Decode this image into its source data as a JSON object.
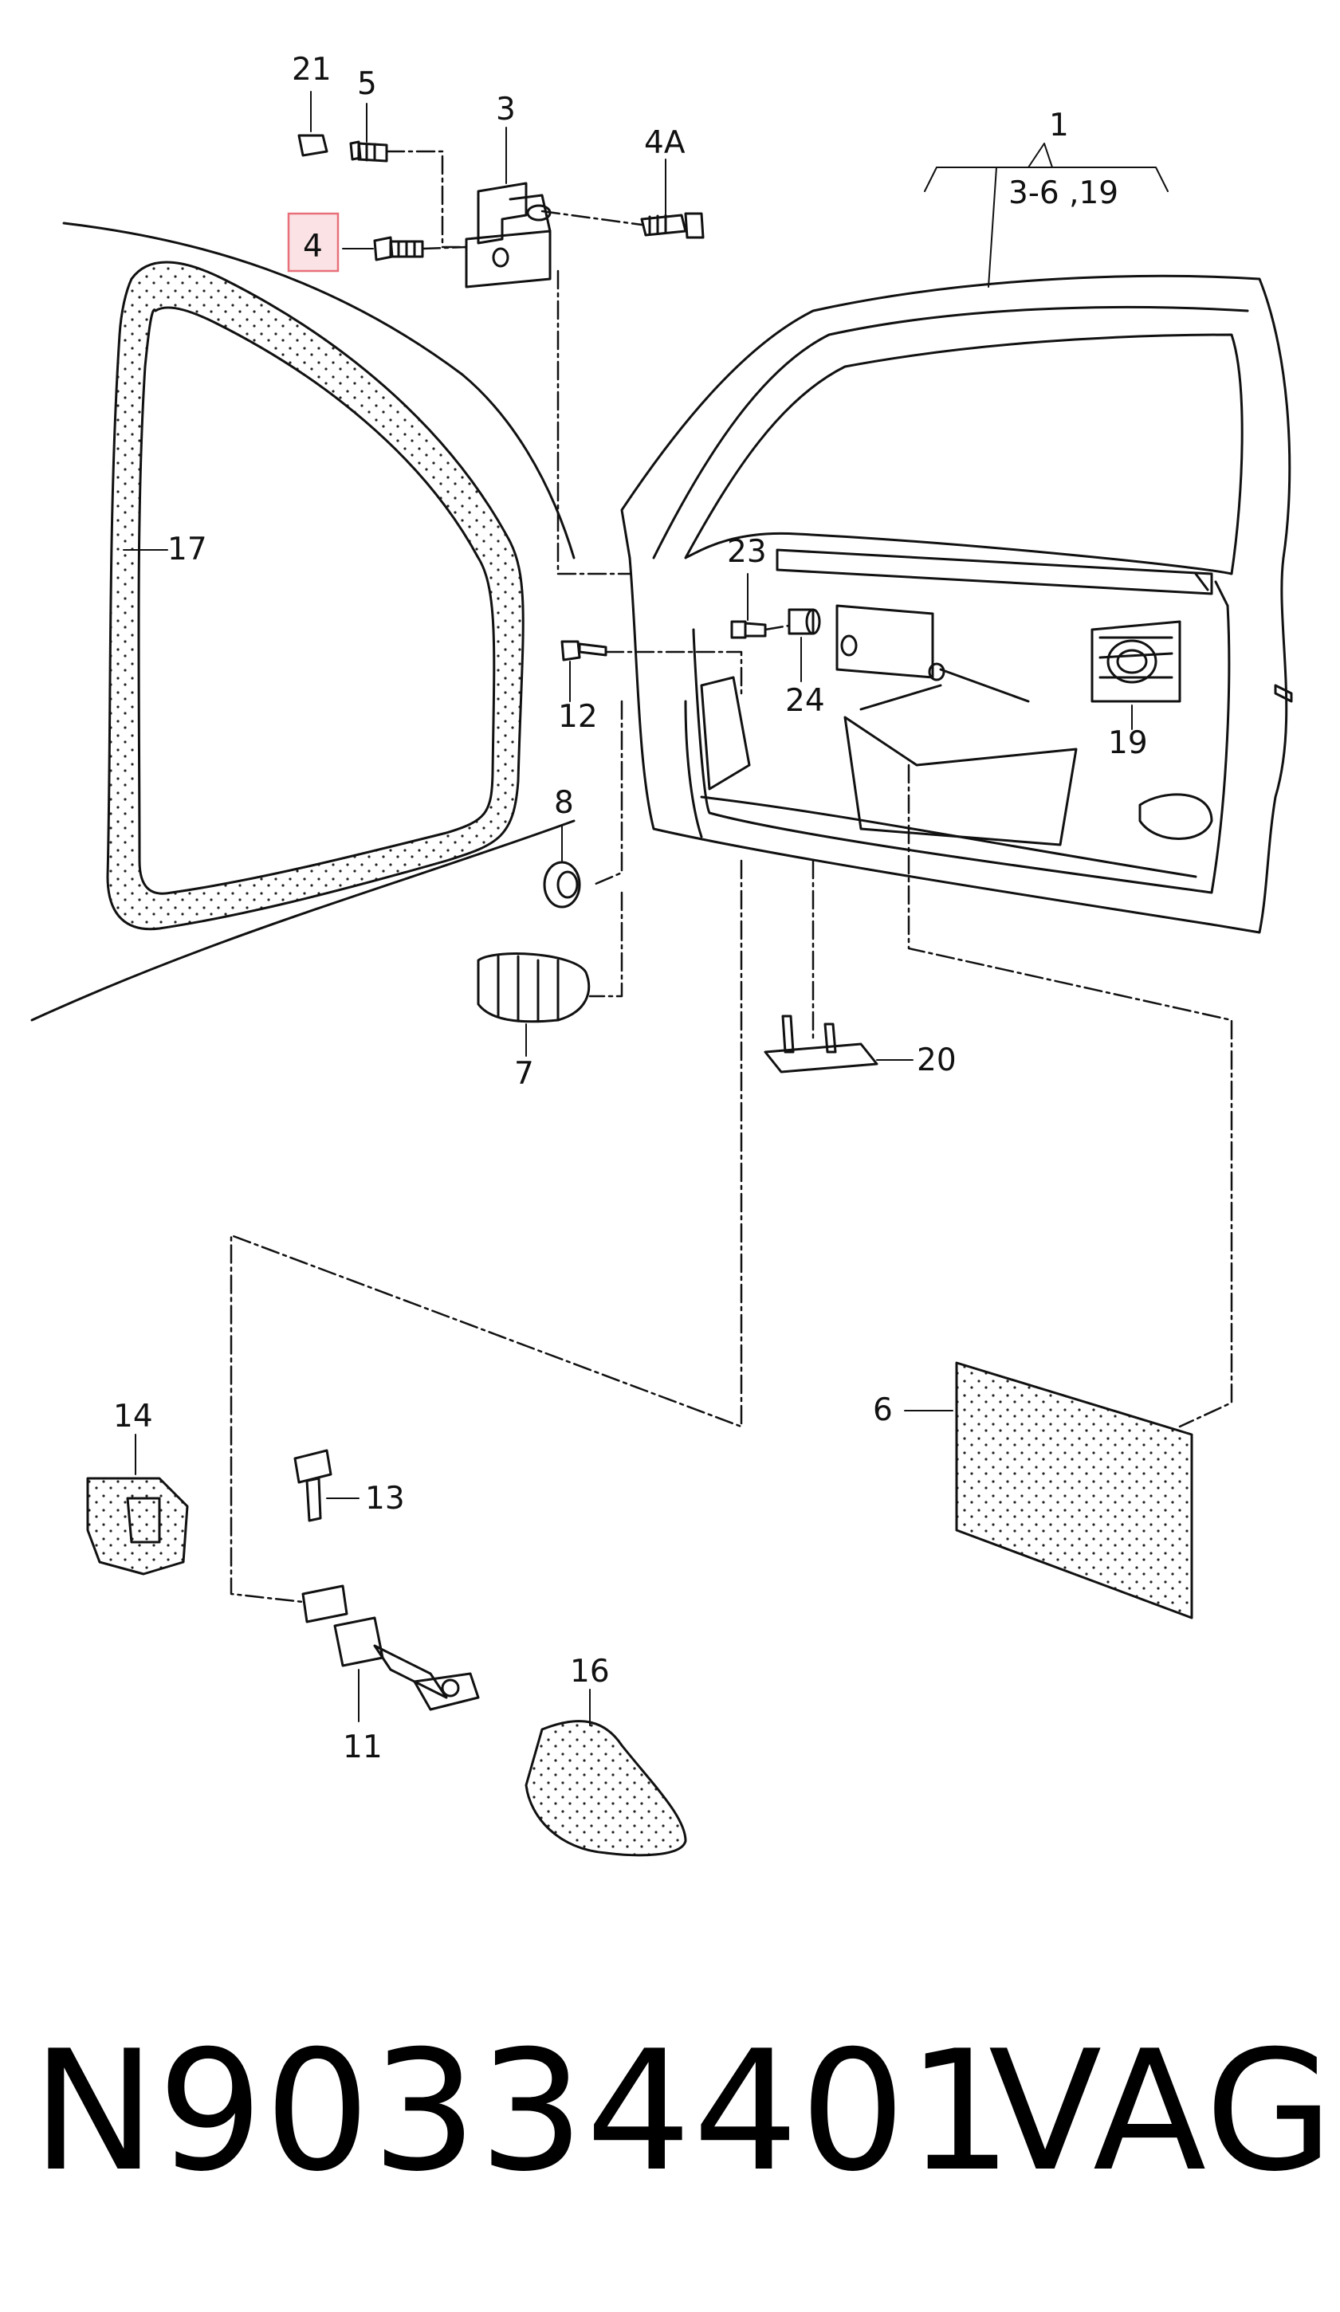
{
  "diagram": {
    "highlighted_callout": "4",
    "highlight_color": "#e8707a",
    "callouts": {
      "c1": "1",
      "c1_range": "3-6 ,19",
      "c3": "3",
      "c4": "4",
      "c4a": "4A",
      "c5": "5",
      "c6": "6",
      "c7": "7",
      "c8": "8",
      "c11": "11",
      "c12": "12",
      "c13": "13",
      "c14": "14",
      "c16": "16",
      "c17": "17",
      "c19": "19",
      "c20": "20",
      "c21": "21",
      "c23": "23",
      "c24": "24"
    }
  },
  "footer": {
    "part_number": "N90334401",
    "brand": "VAG"
  }
}
